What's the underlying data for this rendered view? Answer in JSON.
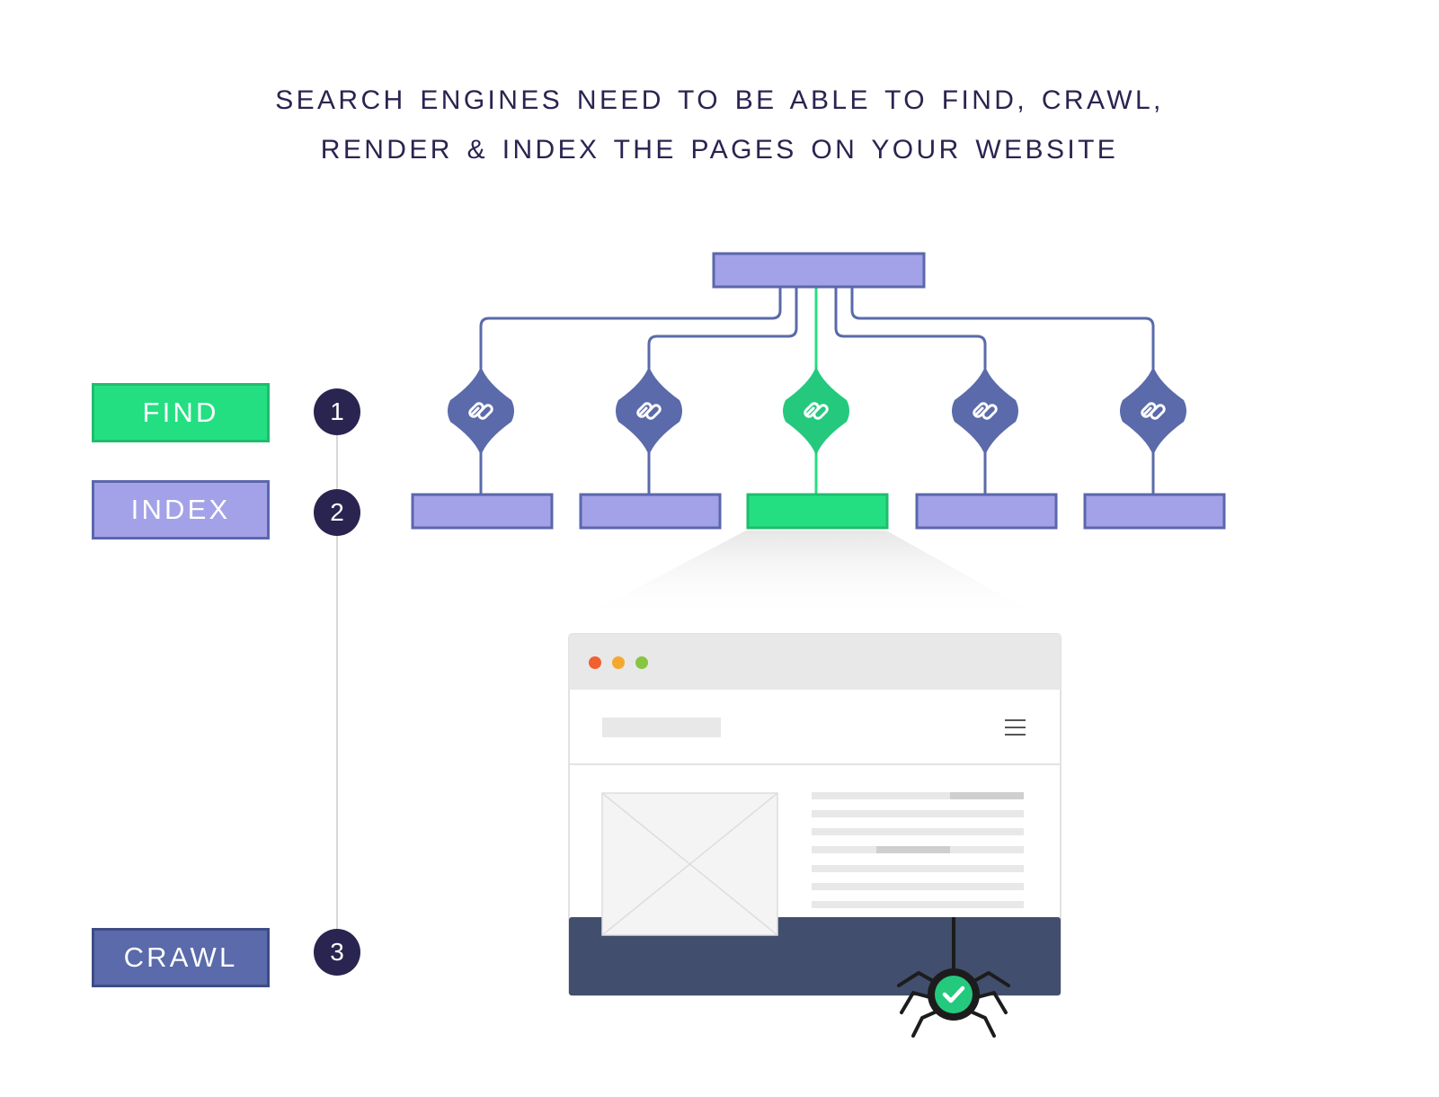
{
  "title": {
    "line1": "SEARCH ENGINES NEED TO BE ABLE TO FIND, CRAWL,",
    "line2": "RENDER & INDEX THE PAGES ON YOUR WEBSITE"
  },
  "steps": [
    {
      "number": "1",
      "label": "FIND",
      "color": "#24df82"
    },
    {
      "number": "2",
      "label": "INDEX",
      "color": "#a3a2e8"
    },
    {
      "number": "3",
      "label": "CRAWL",
      "color": "#5a6aaa"
    }
  ],
  "colors": {
    "accent_green": "#24df82",
    "node_purple": "#a3a2e8",
    "link_blue": "#5a6aaa",
    "dark_navy": "#2a2450",
    "browser_footer": "#414e6d"
  },
  "icons": {
    "link": "link-icon",
    "check": "checkmark-icon",
    "spider": "spider-icon",
    "menu": "hamburger-menu-icon"
  }
}
